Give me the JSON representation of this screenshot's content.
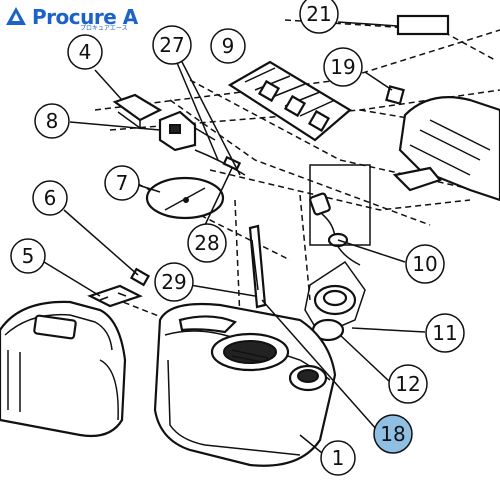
{
  "logo": {
    "brand": "Procure A",
    "tagline": "プロキュアエース"
  },
  "callouts": [
    {
      "label": "1"
    },
    {
      "label": "4"
    },
    {
      "label": "5"
    },
    {
      "label": "6"
    },
    {
      "label": "7"
    },
    {
      "label": "8"
    },
    {
      "label": "9"
    },
    {
      "label": "10"
    },
    {
      "label": "11"
    },
    {
      "label": "12"
    },
    {
      "label": "18",
      "highlight": true
    },
    {
      "label": "19"
    },
    {
      "label": "21"
    },
    {
      "label": "27"
    },
    {
      "label": "28"
    },
    {
      "label": "29"
    }
  ],
  "colors": {
    "brand": "#1b63c6",
    "highlight_fill": "#8fbfe3",
    "ink": "#111111"
  }
}
